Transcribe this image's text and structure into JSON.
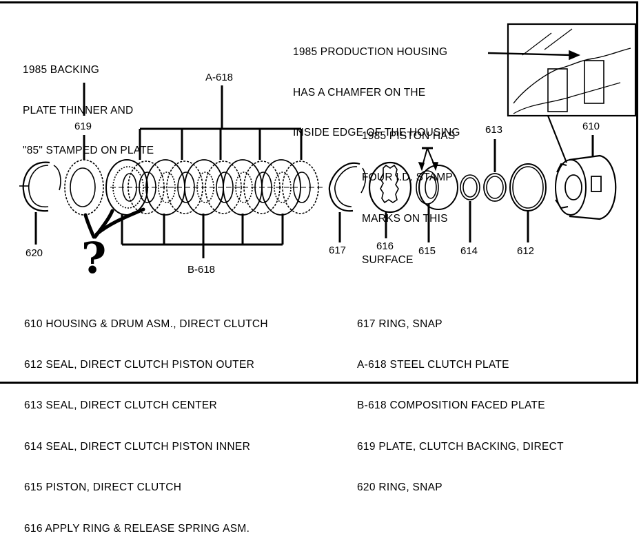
{
  "notes": {
    "backing_plate": [
      "1985 BACKING",
      "PLATE THINNER AND",
      "\"85\" STAMPED ON PLATE"
    ],
    "production_housing": [
      "1985 PRODUCTION HOUSING",
      "HAS A CHAMFER ON THE",
      "INSIDE EDGE OF THE HOUSING"
    ],
    "piston": [
      "1985 PISTON HAS",
      "FOUR I.D. STAMP",
      "MARKS ON THIS",
      "SURFACE"
    ]
  },
  "callouts": {
    "p619": "619",
    "p620": "620",
    "a618": "A-618",
    "b618": "B-618",
    "p617": "617",
    "p616": "616",
    "p615": "615",
    "p614": "614",
    "p613": "613",
    "p612": "612",
    "p610": "610"
  },
  "annotation": {
    "question_mark": "?"
  },
  "legend": {
    "left": [
      "610 HOUSING & DRUM ASM., DIRECT CLUTCH",
      "612 SEAL, DIRECT CLUTCH PISTON OUTER",
      "613 SEAL, DIRECT CLUTCH CENTER",
      "614 SEAL, DIRECT CLUTCH PISTON INNER",
      "615 PISTON, DIRECT CLUTCH",
      "616 APPLY RING & RELEASE SPRING ASM."
    ],
    "right": [
      "617 RING, SNAP",
      "A-618 STEEL CLUTCH PLATE",
      "B-618 COMPOSITION FACED PLATE",
      "619 PLATE, CLUTCH BACKING, DIRECT",
      "620 RING, SNAP"
    ]
  }
}
